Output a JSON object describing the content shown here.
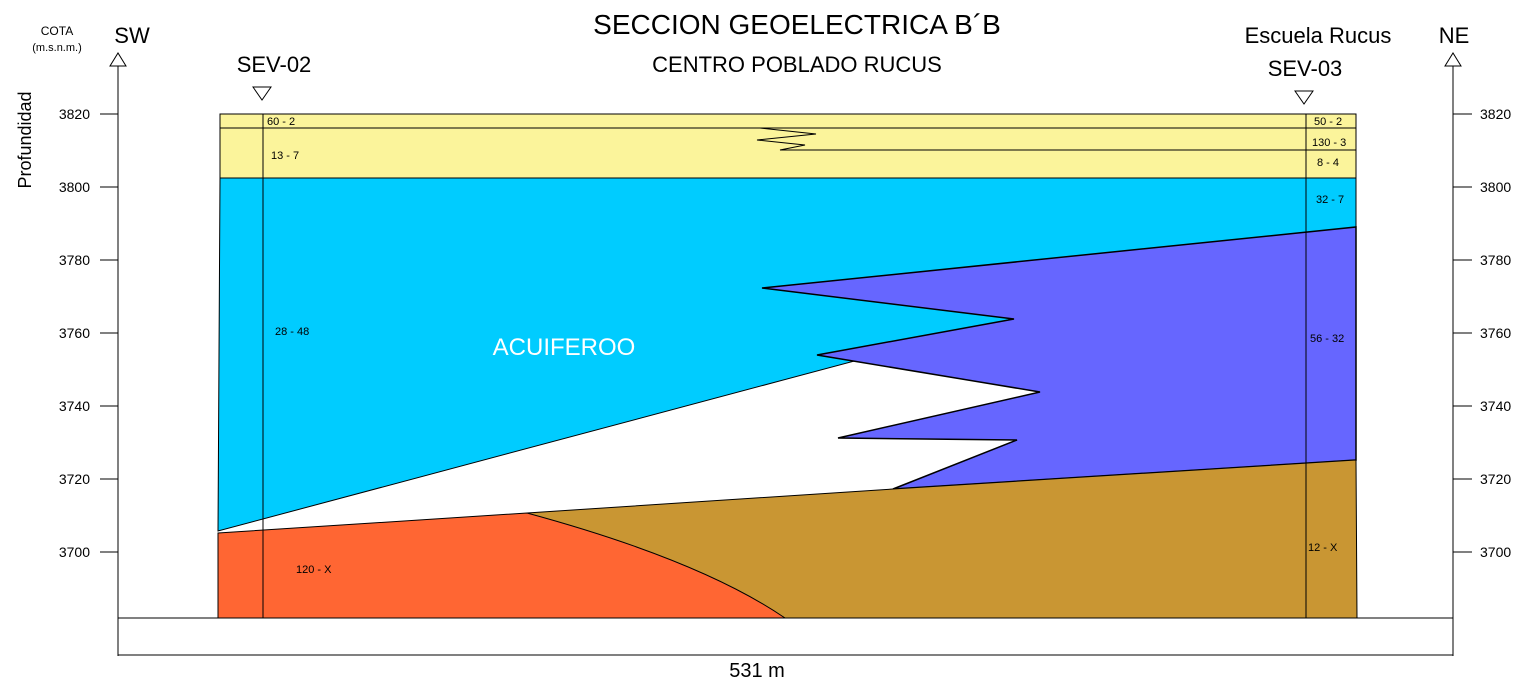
{
  "title": "SECCION GEOELECTRICA  B´B",
  "subtitle": "CENTRO POBLADO RUCUS",
  "left_direction": "SW",
  "right_direction": "NE",
  "cota_label": "COTA",
  "cota_unit": "(m.s.n.m.)",
  "y_axis_label": "Profundidad",
  "horizontal_scale": "531 m",
  "aquifer_label": "ACUIFEROO",
  "left_station": {
    "name": "SEV-02",
    "extra": ""
  },
  "right_station": {
    "name": "SEV-03",
    "extra": "Escuela Rucus"
  },
  "left_ticks": [
    "3820",
    "3800",
    "3780",
    "3760",
    "3740",
    "3720",
    "3700"
  ],
  "right_ticks": [
    "3820",
    "3800",
    "3780",
    "3760",
    "3740",
    "3720",
    "3700"
  ],
  "left_layers": [
    "60 - 2",
    "13 - 7",
    "28 - 48",
    "120 - X"
  ],
  "right_layers": [
    "50 - 2",
    "130 - 3",
    "8 - 4",
    "32 - 7",
    "56 - 32",
    "12 - X"
  ],
  "colors": {
    "topsoil": "#FBF49B",
    "aquifer": "#00CCFF",
    "resistive": "#6666FF",
    "red_layer": "#FF6633",
    "brown_layer": "#C99633"
  }
}
